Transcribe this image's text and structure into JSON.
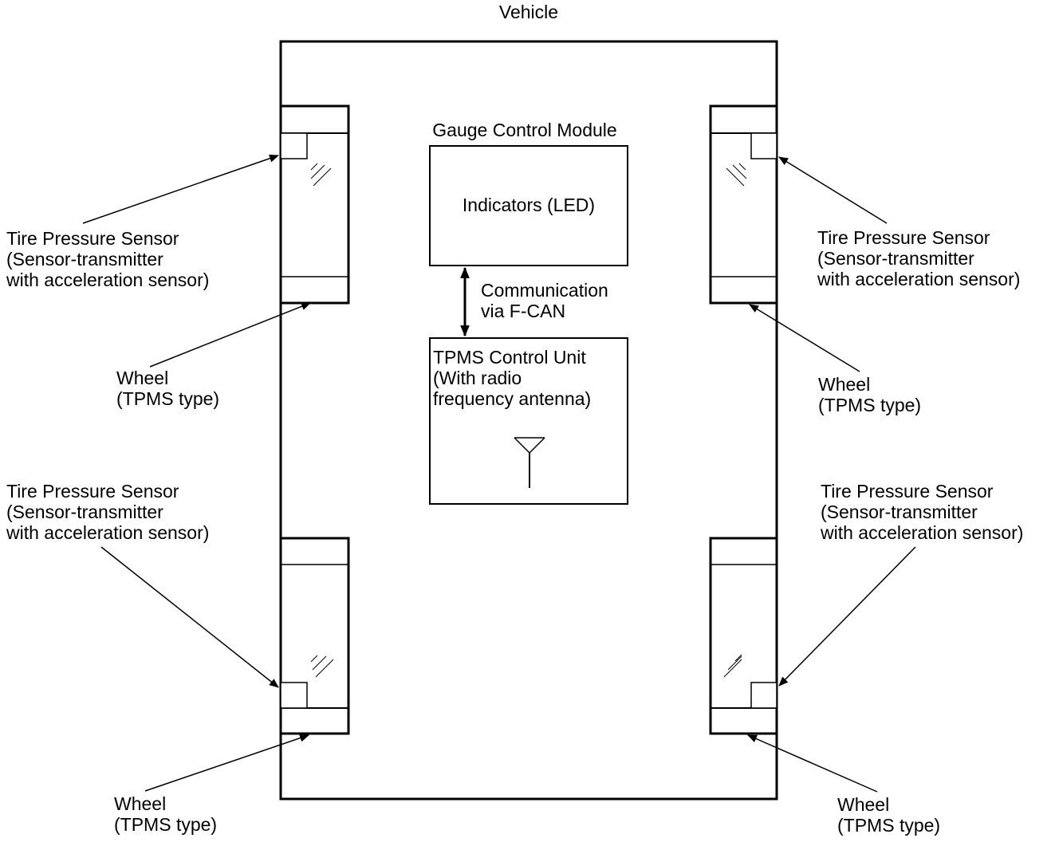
{
  "title": "Vehicle",
  "gauge_module": {
    "title": "Gauge Control Module",
    "indicator": "Indicators (LED)"
  },
  "communication": [
    "Communication",
    "via F-CAN"
  ],
  "tpms_unit": [
    "TPMS Control Unit",
    "(With radio",
    "frequency antenna)"
  ],
  "sensor_label": [
    "Tire Pressure Sensor",
    "(Sensor-transmitter",
    "with acceleration sensor)"
  ],
  "wheel_label": [
    "Wheel",
    "(TPMS type)"
  ],
  "colors": {
    "line": "#000000",
    "background": "#ffffff"
  }
}
